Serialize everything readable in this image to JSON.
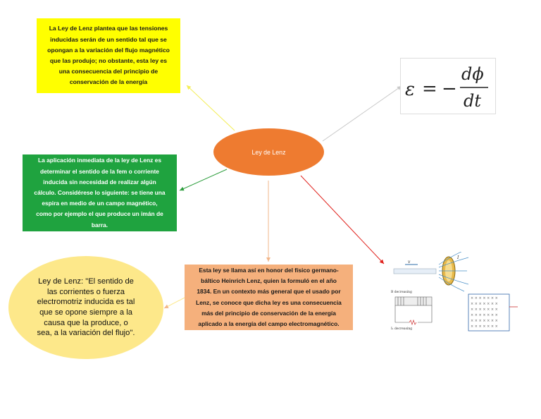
{
  "center": {
    "label": "Ley de Lenz"
  },
  "yellow_box": {
    "lines": [
      "La Ley de Lenz plantea que las tensiones",
      "inducidas serán de un sentido tal que se",
      "opongan a la variación del flujo magnético",
      "que las produjo; no obstante, esta ley es",
      "una consecuencia del principio de",
      "conservación de la energía"
    ]
  },
  "green_box": {
    "lines": [
      "La aplicación inmediata de la ley de Lenz es",
      "determinar el sentido de la fem o corriente",
      "inducida sin necesidad de realizar algún",
      "cálculo. Considérese lo siguiente: se tiene una",
      "espira en medio de un campo magnético,",
      "como por ejemplo el que produce un imán de",
      "barra."
    ]
  },
  "salmon_box": {
    "lines": [
      "Esta ley se llama así en honor del físico germano-",
      "báltico Heinrich Lenz, quien la formuló en el año",
      "1834. En un contexto más general que el usado por",
      "Lenz, se conoce que dicha ley es una consecuencia",
      "más del principio de conservación de la energía",
      "aplicado a la energía del campo electromagnético."
    ]
  },
  "quote_ellipse": {
    "lines": [
      "Ley de Lenz: \"El sentido de",
      "las corrientes o fuerza",
      "electromotriz inducida es tal",
      "que se opone siempre a la",
      "causa que la produce, o",
      "sea, a la variación del flujo\"."
    ]
  },
  "formula": {
    "lhs": "ε",
    "equals": "=",
    "minus": "−",
    "numerator": "dϕ",
    "denominator": "dt"
  },
  "image_labels": {
    "b_decreasing": "B decreasing",
    "i_decreasing": "I₁ decreasing",
    "v_label": "v",
    "i_label": "I"
  },
  "colors": {
    "yellow": "#ffff00",
    "green": "#1fa33f",
    "salmon": "#f5b07c",
    "orange": "#ee7b30",
    "pale_yellow": "#fde88a",
    "connector_red": "#e0201b",
    "connector_green": "#2e9e3e",
    "connector_yellow": "#f4ee55",
    "connector_gray": "#c8c8c8",
    "connector_salmon": "#f2b68a"
  }
}
